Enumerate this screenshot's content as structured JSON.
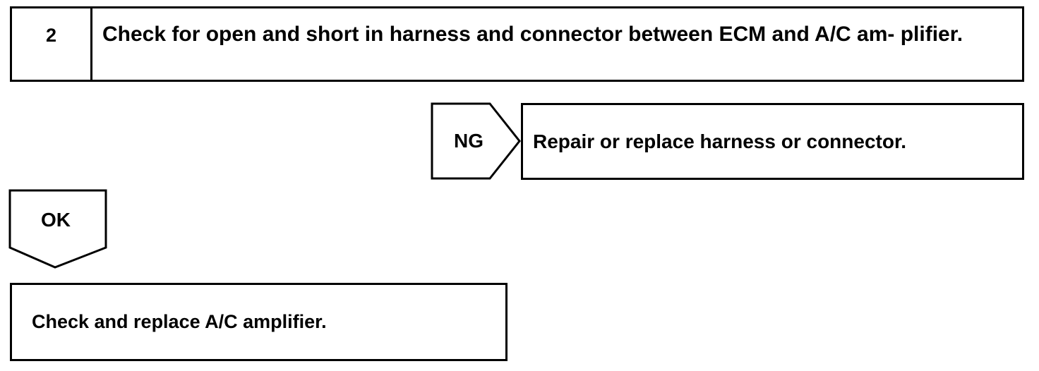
{
  "step": {
    "number": "2",
    "title": "Check for open and short in harness and connector between ECM and A/C am- plifier."
  },
  "ng_branch": {
    "label": "NG",
    "action": "Repair or replace harness or connector."
  },
  "ok_branch": {
    "label": "OK",
    "action": "Check and replace A/C amplifier."
  }
}
